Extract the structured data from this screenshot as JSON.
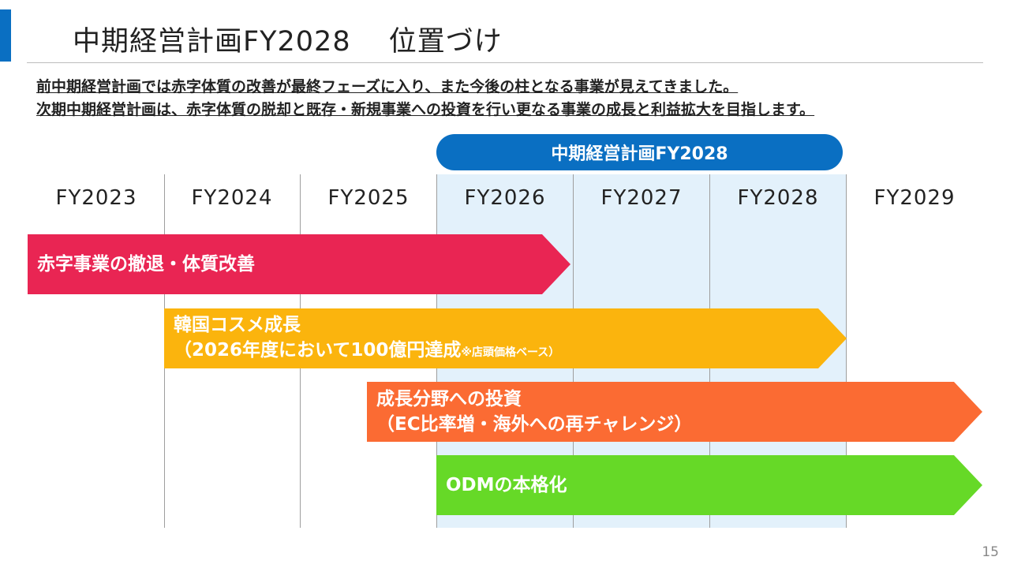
{
  "slide": {
    "title": "中期経営計画FY2028　 位置づけ",
    "intro_line1": "前中期経営計画では赤字体質の改善が最終フェーズに入り、また今後の柱となる事業が見えてきました。",
    "intro_line2": "次期中期経営計画は、赤字体質の脱却と既存・新規事業への投資を行い更なる事業の成長と利益拡大を目指します。",
    "plan_label": "中期経営計画FY2028",
    "page_number": "15"
  },
  "timeline": {
    "years": [
      "FY2023",
      "FY2024",
      "FY2025",
      "FY2026",
      "FY2027",
      "FY2028",
      "FY2029"
    ],
    "bars": [
      {
        "line1": "赤字事業の撤退・体質改善",
        "color": "#e92553"
      },
      {
        "line1": "韓国コスメ成長",
        "line2": "（2026年度において100億円達成",
        "note": "※店頭価格ベース）",
        "color": "#fbb40d"
      },
      {
        "line1": "成長分野への投資",
        "line2": "（EC比率増・海外への再チャレンジ）",
        "color": "#fb6b33"
      },
      {
        "line1": "ODMの本格化",
        "color": "#66d927"
      }
    ]
  },
  "colors": {
    "accent": "#0a6fc2",
    "plan_highlight": "#e3f1fb"
  }
}
